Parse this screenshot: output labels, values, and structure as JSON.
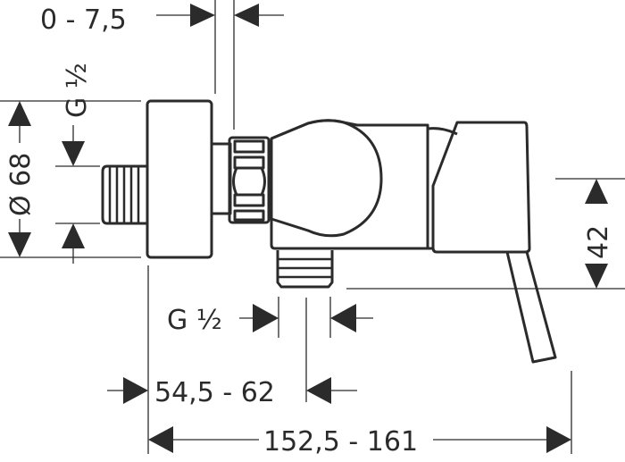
{
  "drawing": {
    "dim_offset": "0 - 7,5",
    "dim_inlet_thread": "G ½",
    "dim_diameter": "Ø 68",
    "dim_height": "42",
    "dim_outlet_thread": "G ½",
    "dim_projection": "54,5 - 62",
    "dim_total_length": "152,5 - 161"
  }
}
